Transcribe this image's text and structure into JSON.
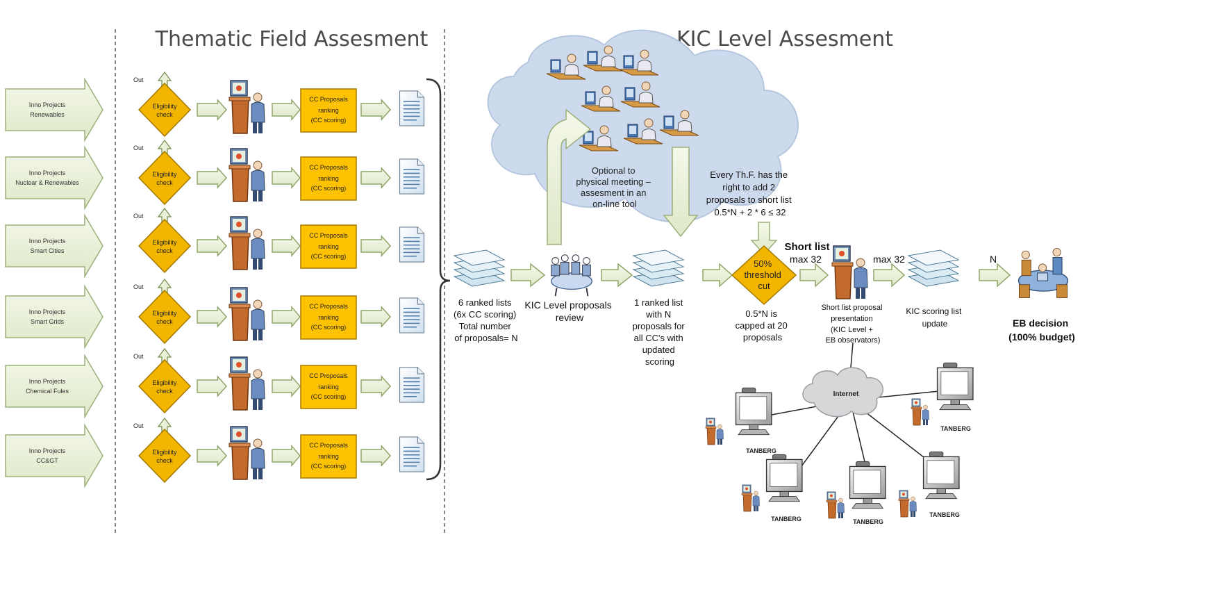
{
  "headings": {
    "thematic": "Thematic Field Assesment",
    "kic": "KIC Level Assesment"
  },
  "inputs": [
    {
      "line1": "Inno Projects",
      "line2": "Renewables"
    },
    {
      "line1": "Inno Projects",
      "line2": "Nuclear & Renewables"
    },
    {
      "line1": "Inno Projects",
      "line2": "Smart Cities"
    },
    {
      "line1": "Inno Projects",
      "line2": "Smart Grids"
    },
    {
      "line1": "Inno Projects",
      "line2": "Chemical Fules"
    },
    {
      "line1": "Inno Projects",
      "line2": "CC&GT"
    }
  ],
  "row": {
    "out": "Out",
    "eligibility": [
      "Eligibility",
      "check"
    ],
    "ranking": [
      "CC Proposals",
      "ranking",
      "(CC scoring)"
    ]
  },
  "cloud_text": [
    "Optional to",
    "physical meeting –",
    "assesment in an",
    "on-line tool"
  ],
  "threshold_note": [
    "Every Th.F. has the",
    "right to add 2",
    "proposals to short list",
    "0.5*N + 2 * 6 ≤ 32"
  ],
  "flow": {
    "six_lists": [
      "6 ranked lists",
      "(6x CC scoring)",
      "Total number",
      "of proposals= N"
    ],
    "review": [
      "KIC Level proposals",
      "review"
    ],
    "one_list": [
      "1 ranked list",
      "with N",
      "proposals for",
      "all CC's with",
      "updated",
      "scoring"
    ],
    "threshold": [
      "50%",
      "threshold",
      "cut"
    ],
    "capped": [
      "0.5*N is",
      "capped at 20",
      "proposals"
    ],
    "short_list": "Short list",
    "max32a": "max 32",
    "max32b": "max 32",
    "presentation": [
      "Short list proposal",
      "presentation",
      "(KIC Level +",
      "EB observators)"
    ],
    "scoring_update": [
      "KIC scoring list",
      "update"
    ],
    "n_label": "N",
    "eb": [
      "EB decision",
      "(100% budget)"
    ]
  },
  "network": {
    "internet": "Internet",
    "tanberg": "TANBERG"
  },
  "colors": {
    "arrow_fill": "#eaf1d8",
    "arrow_stroke": "#8fa66a",
    "diamond": "#f2b600",
    "box": "#ffc200",
    "cloud": "#cdd9ec",
    "heading": "#4a4a4a"
  }
}
